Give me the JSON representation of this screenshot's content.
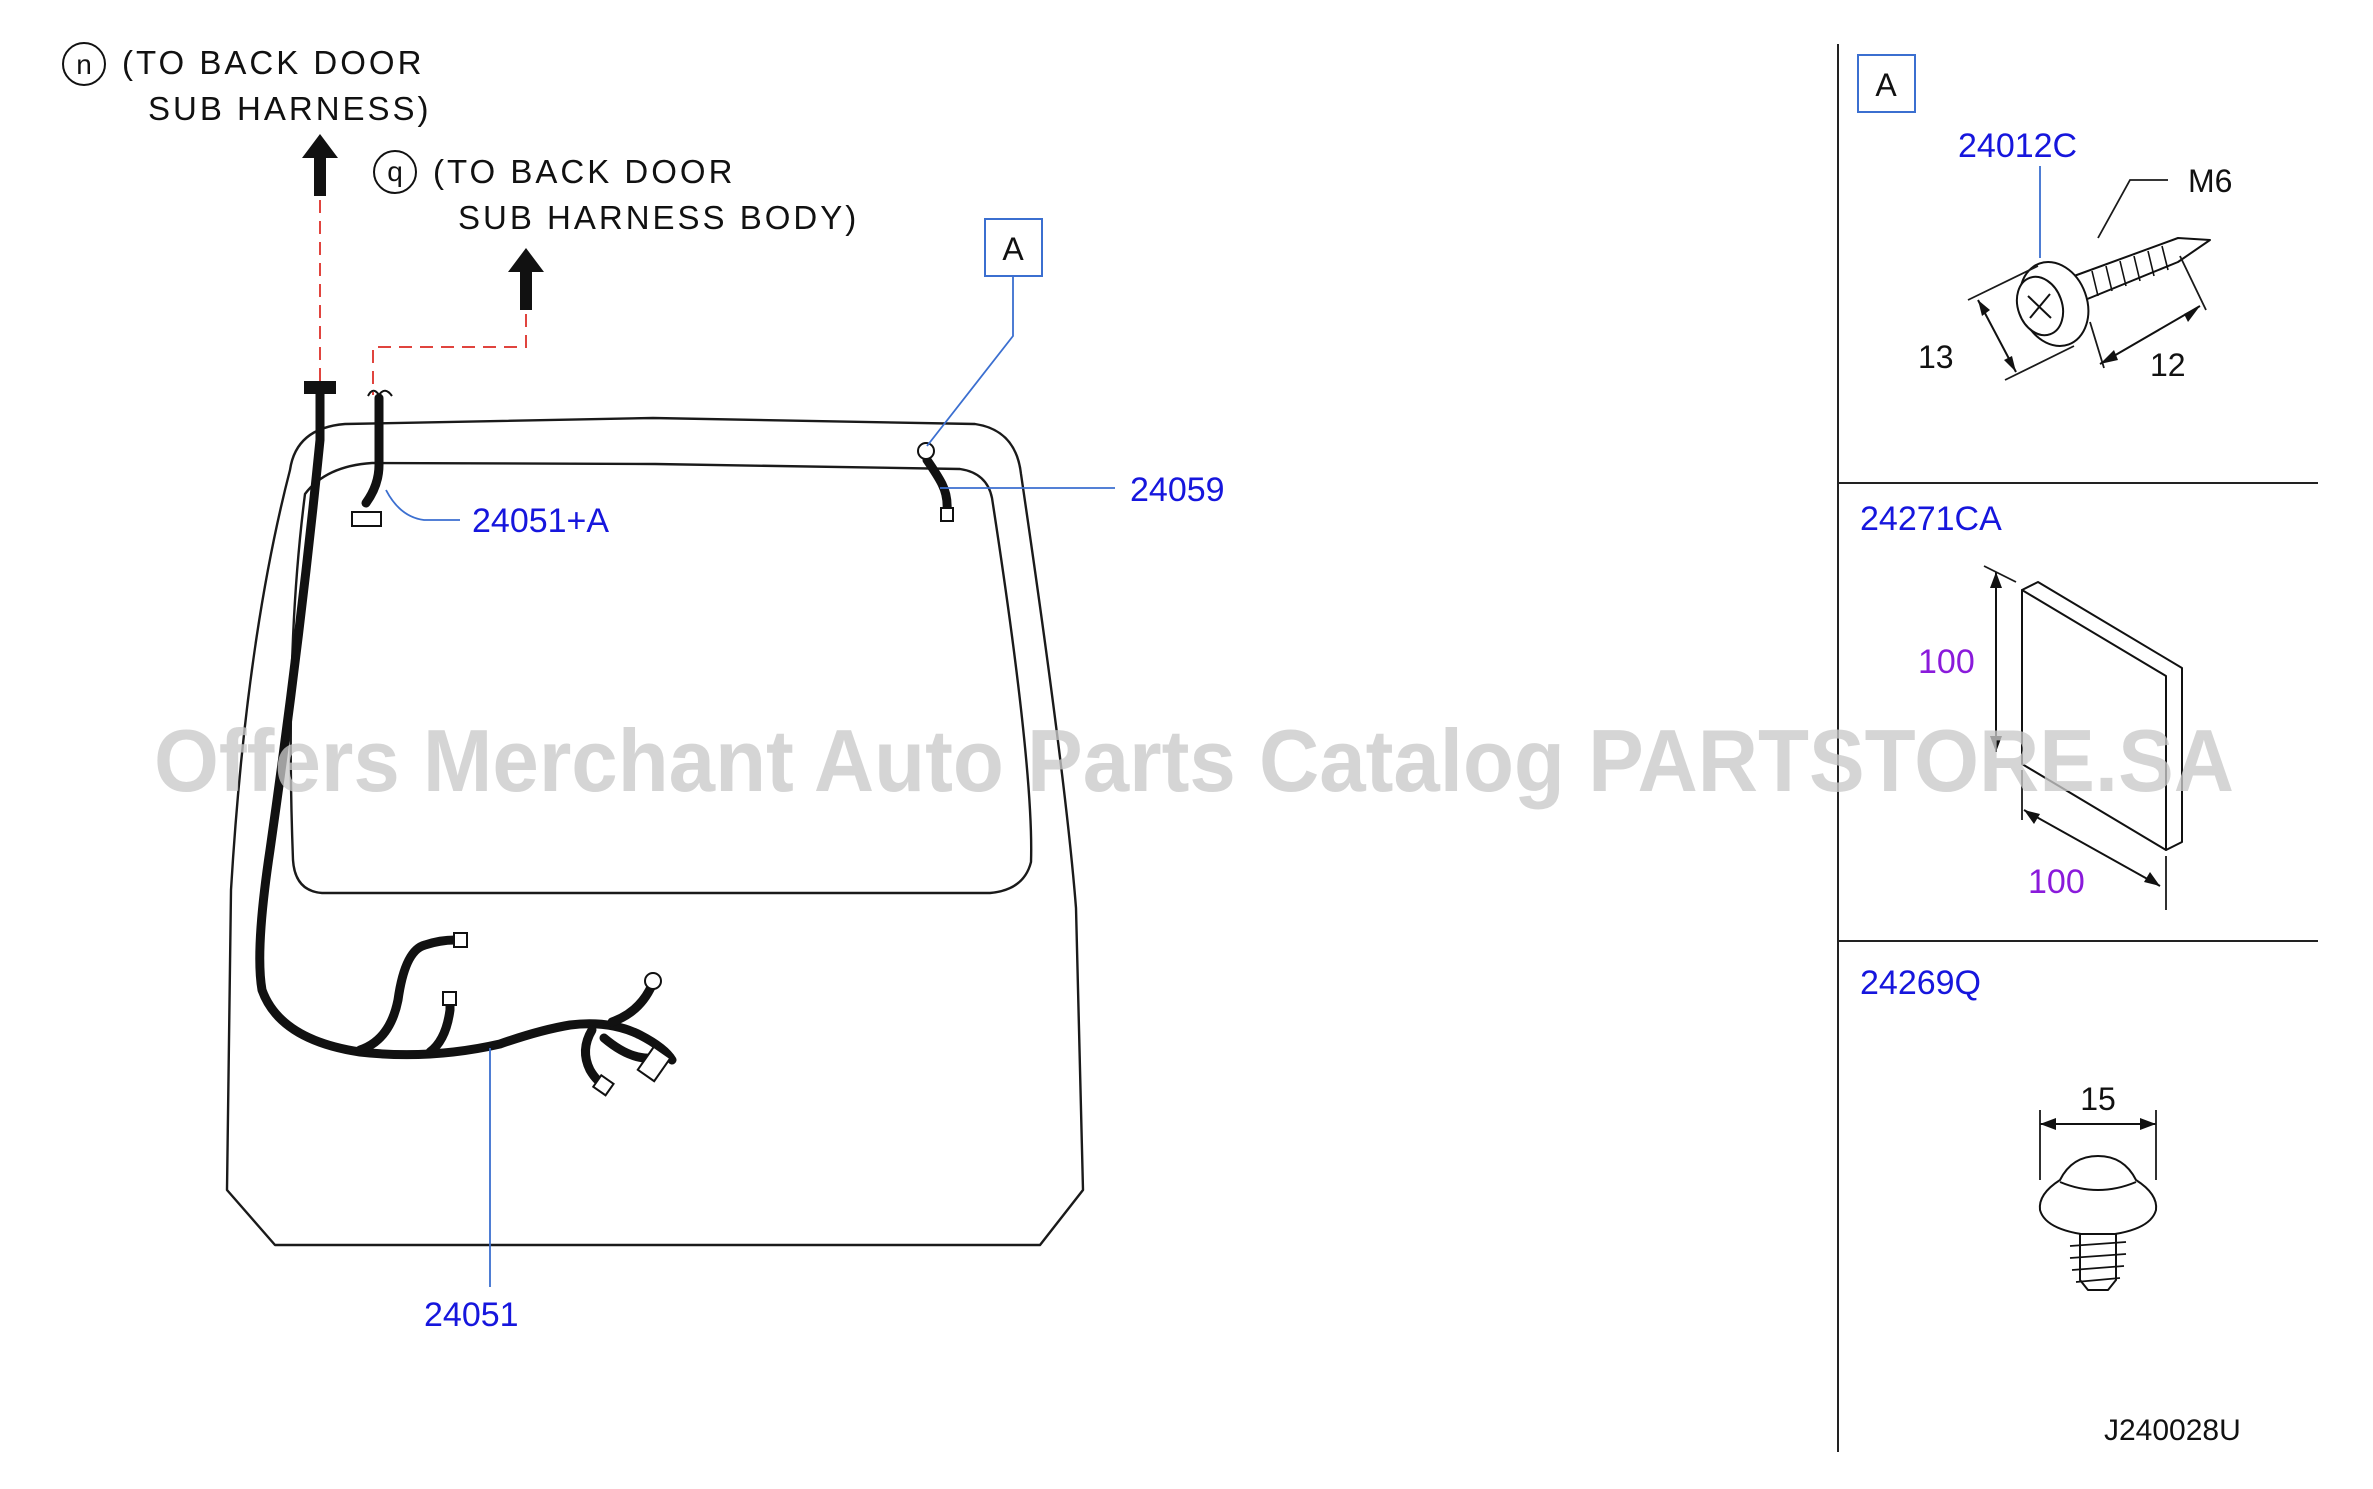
{
  "callouts": {
    "n": {
      "letter": "n",
      "line1": "(TO  BACK  DOOR",
      "line2": "SUB  HARNESS)"
    },
    "q": {
      "letter": "q",
      "line1": "(TO  BACK  DOOR",
      "line2": "SUB  HARNESS  BODY)"
    }
  },
  "view_box_label": "A",
  "parts": {
    "p24051_a": "24051+A",
    "p24059": "24059",
    "p24051": "24051"
  },
  "panels": {
    "a": {
      "box_label": "A",
      "part_no": "24012C",
      "thread": "M6",
      "dim_diameter": "13",
      "dim_length": "12"
    },
    "b": {
      "part_no": "24271CA",
      "dim_height": "100",
      "dim_width": "100"
    },
    "c": {
      "part_no": "24269Q",
      "dim_width": "15"
    }
  },
  "diagram_code": "J240028U",
  "watermark": "Offers Merchant Auto Parts Catalog PARTSTORE.SA",
  "colors": {
    "part_number": "#1616dd",
    "dimension_purple": "#8a1adb",
    "leader_blue": "#3b6fd0",
    "dash_red": "#e0443e"
  }
}
